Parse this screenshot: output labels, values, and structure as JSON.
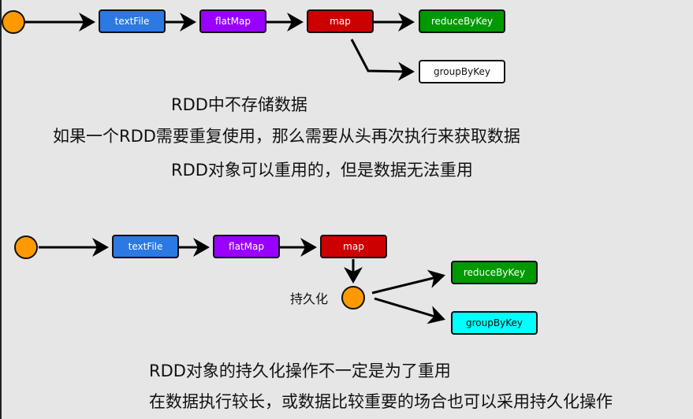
{
  "colors": {
    "background": "#e6e6e6",
    "start_node": "#ff9900",
    "textFile": "#2b79e3",
    "flatMap": "#9900ff",
    "map": "#cc0000",
    "reduceByKey": "#009900",
    "groupByKey_top": "#ffffff",
    "groupByKey_bottom": "#00ffff"
  },
  "diagram_top": {
    "nodes": {
      "textFile": "textFile",
      "flatMap": "flatMap",
      "map": "map",
      "reduceByKey": "reduceByKey",
      "groupByKey": "groupByKey"
    }
  },
  "notes_top": [
    "RDD中不存储数据",
    "如果一个RDD需要重复使用，那么需要从头再次执行来获取数据",
    "RDD对象可以重用的，但是数据无法重用"
  ],
  "diagram_bottom": {
    "nodes": {
      "textFile": "textFile",
      "flatMap": "flatMap",
      "map": "map",
      "reduceByKey": "reduceByKey",
      "groupByKey": "groupByKey"
    },
    "persist_label": "持久化"
  },
  "notes_bottom": [
    "RDD对象的持久化操作不一定是为了重用",
    "在数据执行较长，或数据比较重要的场合也可以采用持久化操作"
  ]
}
